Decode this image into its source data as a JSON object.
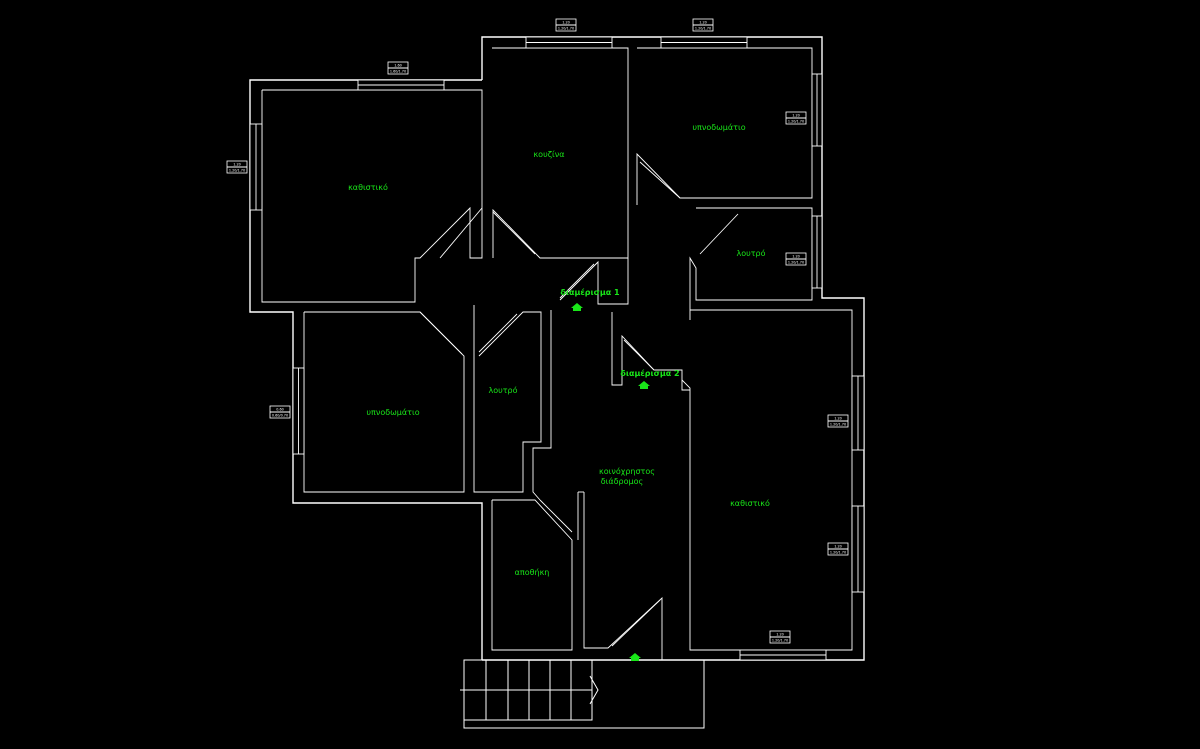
{
  "rooms": {
    "living_nw": "καθιστικό",
    "kitchen": "κουζίνα",
    "bedroom_ne": "υπνοδωμάτιο",
    "bath_ne": "λουτρό",
    "bedroom_w": "υπνοδωμάτιο",
    "bath_center": "λουτρό",
    "corridor_line1": "κοινόχρηστος",
    "corridor_line2": "διάδρομος",
    "storage": "αποθήκη",
    "living_e": "καθιστικό"
  },
  "apartments": {
    "apt1": "διαμέρισμα 1",
    "apt2": "διαμέρισμα 2"
  },
  "window_tags": [
    {
      "top": "1.60",
      "bottom": "1.60/1.70"
    },
    {
      "top": "1.20",
      "bottom": "1.20/1.70"
    },
    {
      "top": "1.20",
      "bottom": "1.20/1.70"
    },
    {
      "top": "1.20",
      "bottom": "1.20/1.70"
    },
    {
      "top": "1.20",
      "bottom": "1.20/1.70"
    },
    {
      "top": "1.20",
      "bottom": "1.20/1.70"
    },
    {
      "top": "0.60",
      "bottom": "0.60/0.70"
    },
    {
      "top": "1.20",
      "bottom": "1.20/1.70"
    },
    {
      "top": "1.20",
      "bottom": "1.20/1.70"
    },
    {
      "top": "1.20",
      "bottom": "1.20/1.70"
    }
  ],
  "colors": {
    "background": "#000000",
    "lines": "#ffffff",
    "labels": "#19e619"
  }
}
